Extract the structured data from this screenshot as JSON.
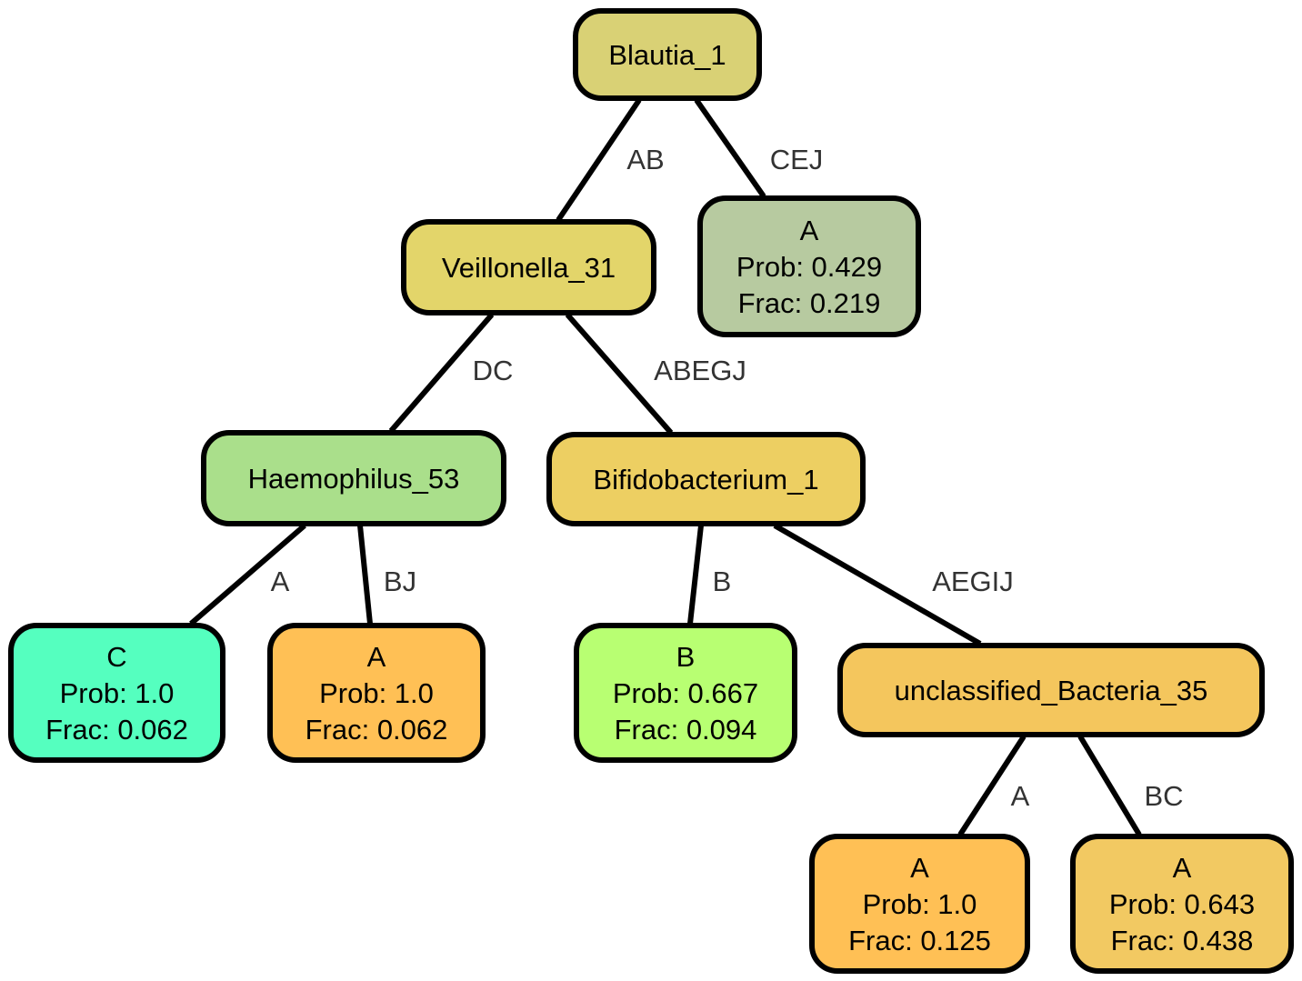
{
  "nodes": {
    "blautia_1": {
      "lines": [
        "Blautia_1"
      ],
      "color": "#D9D175"
    },
    "veillonella_31": {
      "lines": [
        "Veillonella_31"
      ],
      "color": "#E3D56A"
    },
    "leaf_a_cej": {
      "lines": [
        "A",
        "Prob: 0.429",
        "Frac: 0.219"
      ],
      "color": "#B7CAA0"
    },
    "haemophilus_53": {
      "lines": [
        "Haemophilus_53"
      ],
      "color": "#AADF8B"
    },
    "bifidobacterium_1": {
      "lines": [
        "Bifidobacterium_1"
      ],
      "color": "#EDCF62"
    },
    "leaf_c": {
      "lines": [
        "C",
        "Prob: 1.0",
        "Frac: 0.062"
      ],
      "color": "#55FFBF"
    },
    "leaf_a_bj": {
      "lines": [
        "A",
        "Prob: 1.0",
        "Frac: 0.062"
      ],
      "color": "#FFC055"
    },
    "leaf_b": {
      "lines": [
        "B",
        "Prob: 0.667",
        "Frac: 0.094"
      ],
      "color": "#B8FF72"
    },
    "unclassified_bacteria_35": {
      "lines": [
        "unclassified_Bacteria_35"
      ],
      "color": "#F4C65D"
    },
    "leaf_a_a": {
      "lines": [
        "A",
        "Prob: 1.0",
        "Frac: 0.125"
      ],
      "color": "#FFC055"
    },
    "leaf_a_bc": {
      "lines": [
        "A",
        "Prob: 0.643",
        "Frac: 0.438"
      ],
      "color": "#F2C962"
    }
  },
  "edges": [
    {
      "id": "blautia-veillonella",
      "from": "blautia_1",
      "to": "veillonella_31",
      "label": "AB"
    },
    {
      "id": "blautia-leaf-a",
      "from": "blautia_1",
      "to": "leaf_a_cej",
      "label": "CEJ"
    },
    {
      "id": "veillonella-haemophilus",
      "from": "veillonella_31",
      "to": "haemophilus_53",
      "label": "DC"
    },
    {
      "id": "veillonella-bifidobacterium",
      "from": "veillonella_31",
      "to": "bifidobacterium_1",
      "label": "ABEGJ"
    },
    {
      "id": "haemophilus-leaf-c",
      "from": "haemophilus_53",
      "to": "leaf_c",
      "label": "A"
    },
    {
      "id": "haemophilus-leaf-a",
      "from": "haemophilus_53",
      "to": "leaf_a_bj",
      "label": "BJ"
    },
    {
      "id": "bifidobacterium-leaf-b",
      "from": "bifidobacterium_1",
      "to": "leaf_b",
      "label": "B"
    },
    {
      "id": "bifidobacterium-unclassified",
      "from": "bifidobacterium_1",
      "to": "unclassified_bacteria_35",
      "label": "AEGIJ"
    },
    {
      "id": "unclassified-leaf-a",
      "from": "unclassified_bacteria_35",
      "to": "leaf_a_a",
      "label": "A"
    },
    {
      "id": "unclassified-leaf-a2",
      "from": "unclassified_bacteria_35",
      "to": "leaf_a_bc",
      "label": "BC"
    }
  ]
}
